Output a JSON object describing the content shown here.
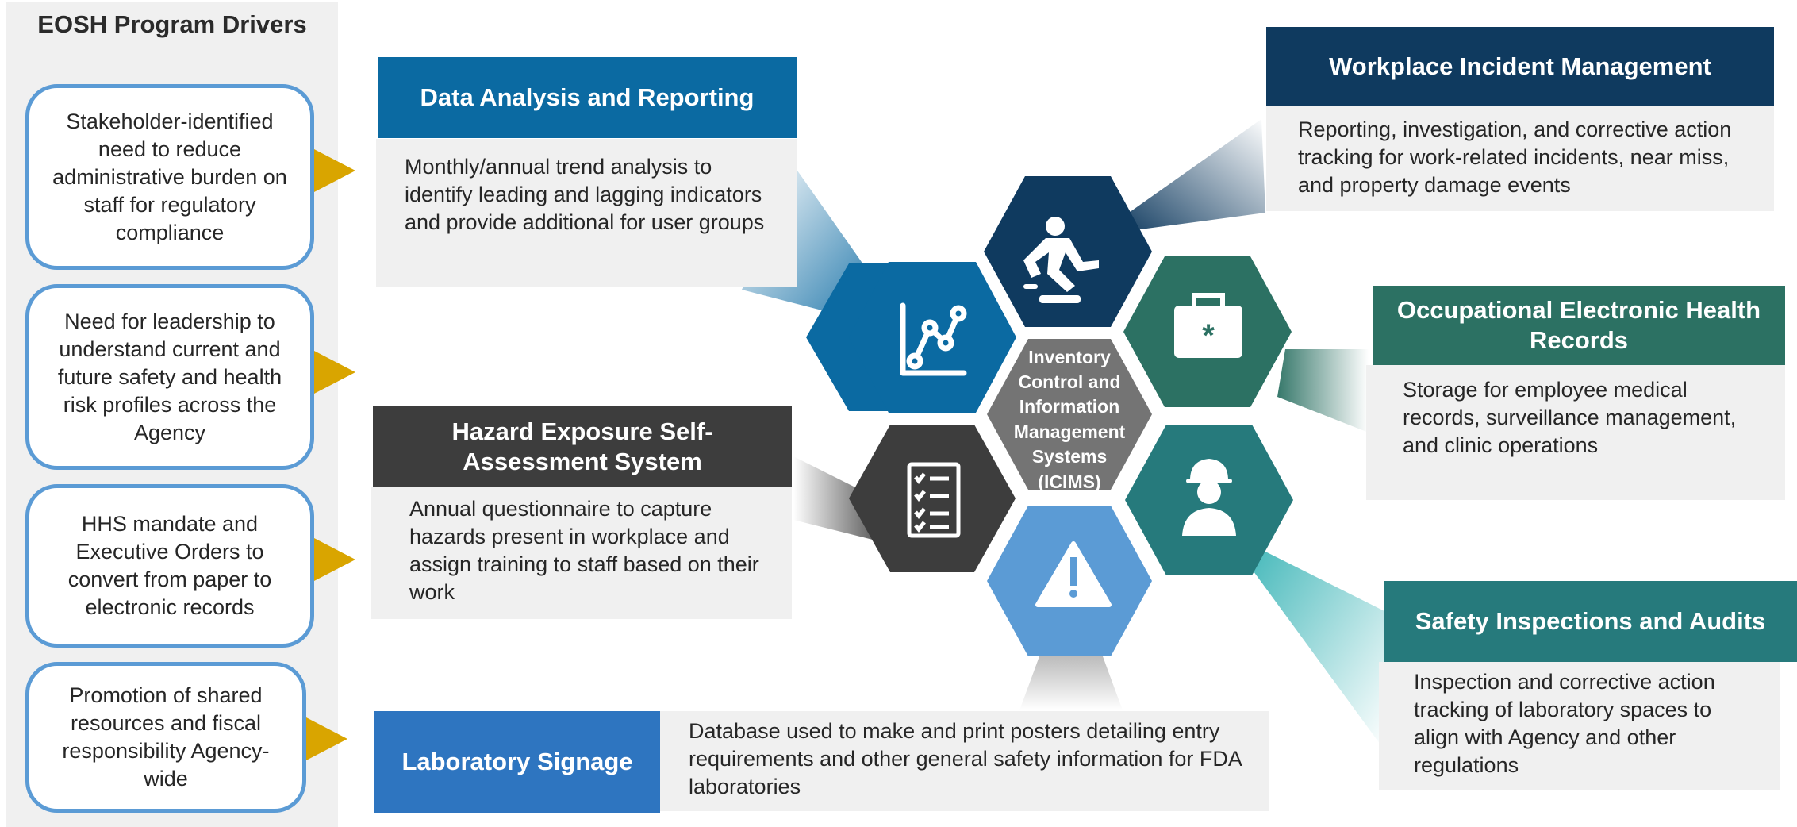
{
  "drivers": {
    "title": "EOSH Program Drivers",
    "items": [
      "Stakeholder-identified need to reduce administrative burden on staff for regulatory compliance",
      "Need for leadership to understand current and future safety and health risk profiles across the Agency",
      "HHS mandate and Executive Orders to convert from paper to electronic records",
      "Promotion of shared resources and fiscal responsibility Agency-wide"
    ]
  },
  "center": {
    "lines": [
      "Inventory",
      "Control and",
      "Information",
      "Management",
      "Systems",
      "(ICIMS)"
    ]
  },
  "modules": {
    "data_analysis": {
      "title": "Data Analysis and Reporting",
      "body": "Monthly/annual trend analysis to identify leading and lagging indicators and provide additional for user groups",
      "color": "#0b6aa2"
    },
    "hazard": {
      "title": "Hazard Exposure Self-Assessment System",
      "body": "Annual questionnaire to capture hazards present in workplace and assign training to staff based on their work",
      "color": "#3d3d3d"
    },
    "signage": {
      "title": "Laboratory Signage",
      "body": "Database used to make and print posters detailing entry requirements and other general safety information for FDA laboratories",
      "color": "#2e75c0"
    },
    "incident": {
      "title": "Workplace Incident Management",
      "body": "Reporting, investigation, and corrective action tracking for work-related incidents, near miss, and property damage events",
      "color": "#0f3a5f"
    },
    "health": {
      "title": "Occupational Electronic Health Records",
      "body": "Storage for employee medical records, surveillance management, and clinic operations",
      "color": "#2c7163"
    },
    "inspections": {
      "title": "Safety Inspections and Audits",
      "body": "Inspection and corrective action tracking of laboratory spaces to align with Agency and other regulations",
      "color": "#267a7c"
    }
  },
  "icons": [
    "chart-icon",
    "slip-fall-icon",
    "medical-kit-icon",
    "checklist-icon",
    "worker-icon",
    "warning-icon"
  ]
}
